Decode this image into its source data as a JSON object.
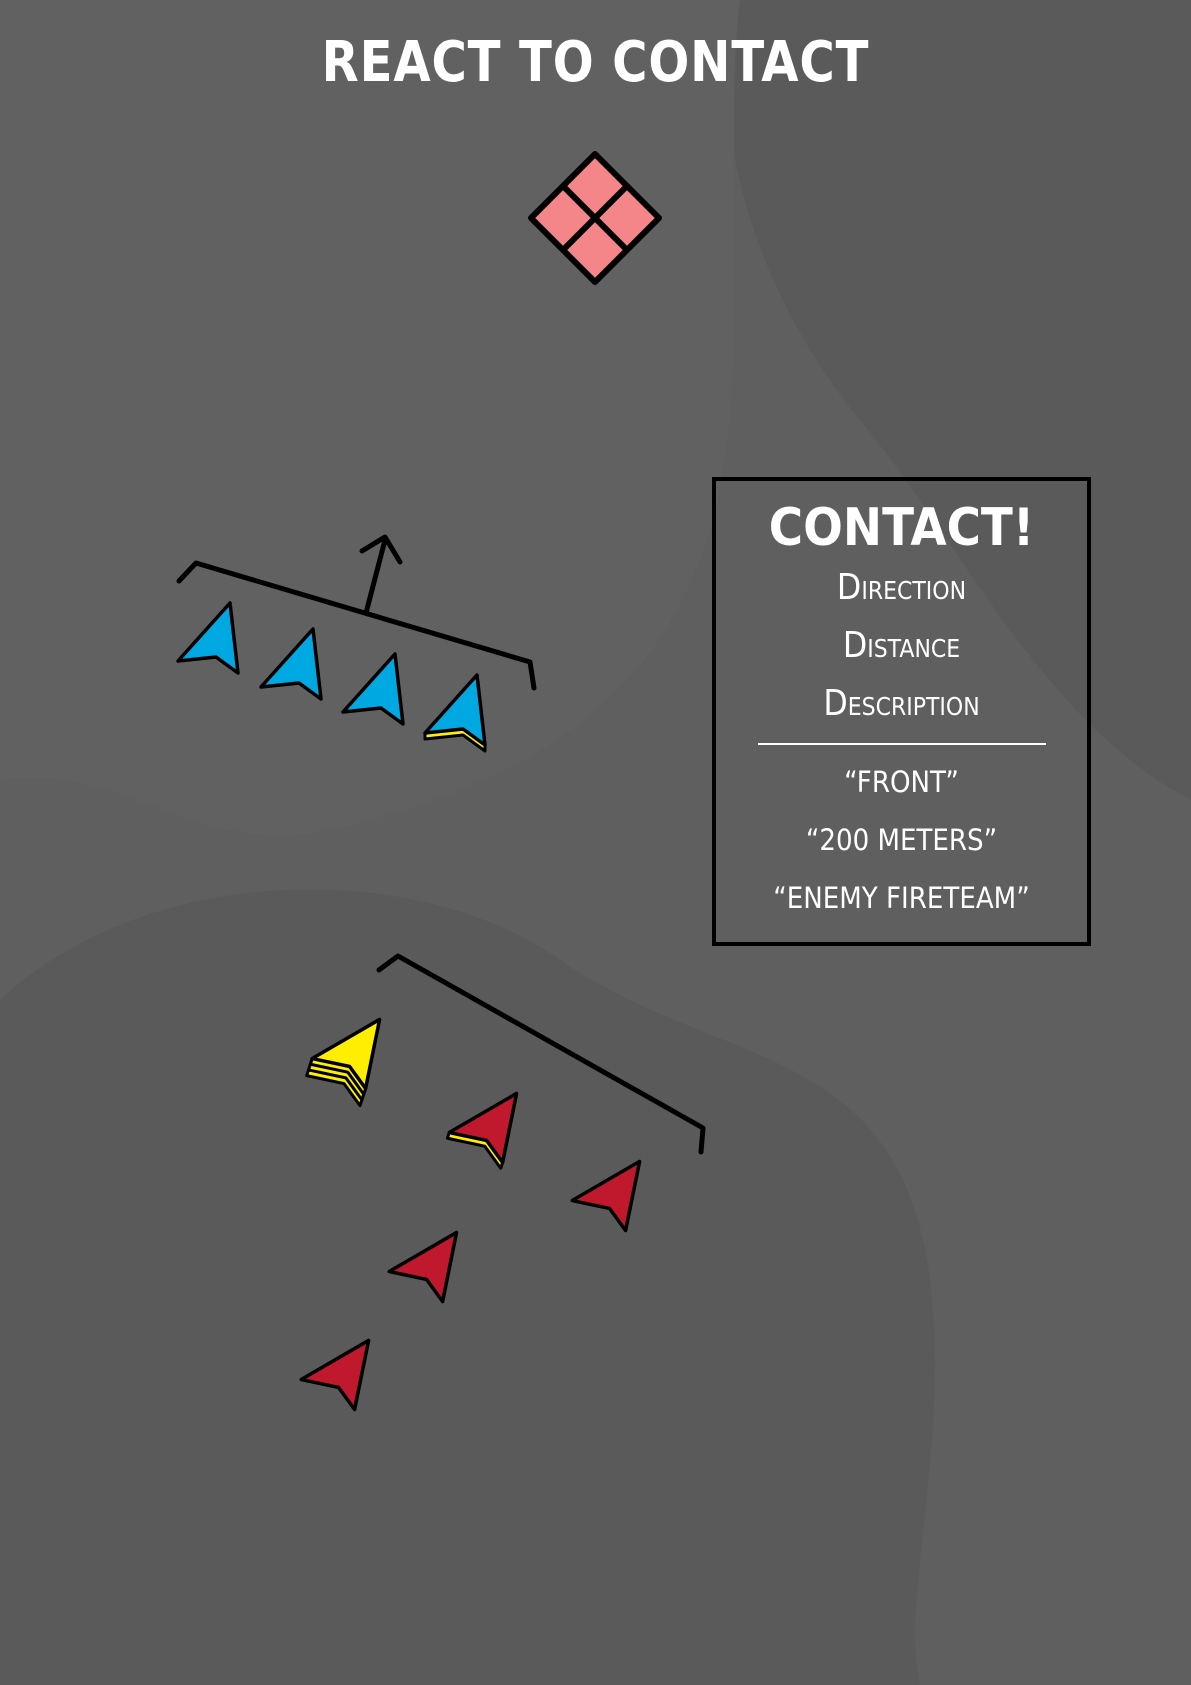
{
  "title": "REACT TO CONTACT",
  "panel": {
    "heading": "CONTACT!",
    "steps": [
      "Direction",
      "Distance",
      "Description"
    ],
    "reports": [
      "“FRONT”",
      "“200 METERS”",
      "“ENEMY FIRETEAM”"
    ]
  },
  "colors": {
    "background": "#5f5f5f",
    "background_band": "#5a5a5a",
    "enemy_symbol": "#f4868a",
    "fireteam_blue": "#00a8e2",
    "fireteam_red": "#c0182c",
    "leader_yellow": "#ffee00",
    "outline": "#000000",
    "text": "#ffffff"
  },
  "symbols": {
    "enemy": "enemy-position-diamond-icon",
    "soldier": "soldier-chevron-icon",
    "team_leader": "team-leader-chevron-icon",
    "squad_leader": "squad-leader-chevron-icon"
  }
}
